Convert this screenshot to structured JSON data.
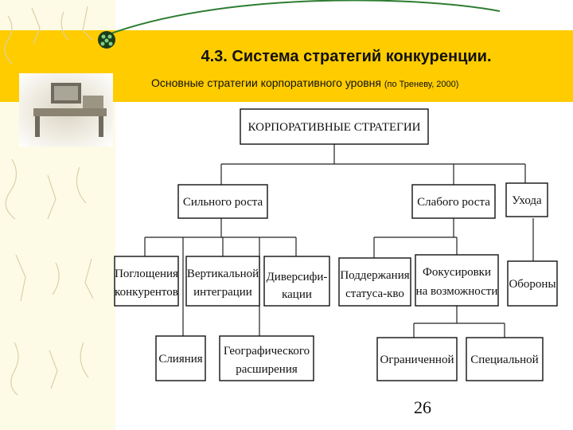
{
  "slide": {
    "title": "4.3. Система стратегий конкуренции.",
    "subtitle_main": "Основные стратегии корпоративного уровня",
    "subtitle_note": "(по Треневу, 2000)",
    "page_number": "26"
  },
  "diagram": {
    "root": "КОРПОРАТИВНЫЕ СТРАТЕГИИ",
    "level1": {
      "strong_growth": "Сильного роста",
      "weak_growth": "Слабого роста",
      "exit": "Ухода"
    },
    "strong_growth_children": {
      "absorption": [
        "Поглощения",
        "конкурентов"
      ],
      "vertical": [
        "Вертикальной",
        "интеграции"
      ],
      "diversification": [
        "Диверсифи-",
        "кации"
      ],
      "merger": [
        "Слияния"
      ],
      "geographic": [
        "Географического",
        "расширения"
      ]
    },
    "weak_growth_children": {
      "status_quo": [
        "Поддержания",
        "статуса-кво"
      ],
      "focus": [
        "Фокусировки",
        "на возможности"
      ]
    },
    "focus_children": {
      "limited": [
        "Ограниченной"
      ],
      "special": [
        "Специальной"
      ]
    },
    "exit_children": {
      "defense": [
        "Обороны"
      ]
    }
  },
  "colors": {
    "band": "#ffcc00",
    "sidebar": "#fdfbe6",
    "arc": "#2e7d32"
  }
}
